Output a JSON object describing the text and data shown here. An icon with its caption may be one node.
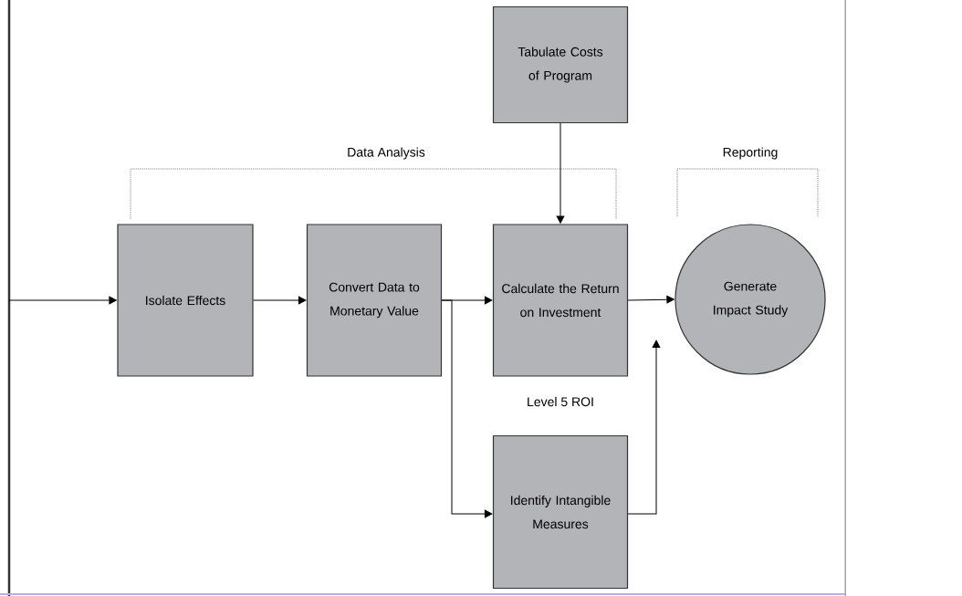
{
  "diagram": {
    "nodes": [
      {
        "text": [
          "Tabulate Costs of Program"
        ]
      },
      {
        "text": [
          "Isolate Effects"
        ]
      },
      {
        "text": [
          "Convert Data to Monetary Value"
        ]
      },
      {
        "text": [
          "Calculate the Return on Investment"
        ]
      },
      {
        "text": [
          "Generate Impact Study"
        ]
      },
      {
        "text": [
          "Identify Intangible Measures"
        ]
      }
    ],
    "edges": [
      {
        "from": null,
        "to": 1,
        "arrow": "to"
      },
      {
        "from": 1,
        "to": 2,
        "arrow": "to"
      },
      {
        "from": 2,
        "to": 3,
        "arrow": "to"
      },
      {
        "from": 0,
        "to": 3,
        "arrow": "to"
      },
      {
        "from": 3,
        "to": 4,
        "arrow": "to"
      },
      {
        "from": 2,
        "to": 5,
        "arrow": "to"
      },
      {
        "from": 5,
        "to": 4,
        "arrow": "to"
      }
    ],
    "labels": [
      "Data Analysis",
      "Reporting",
      "Level 5 ROI"
    ]
  }
}
